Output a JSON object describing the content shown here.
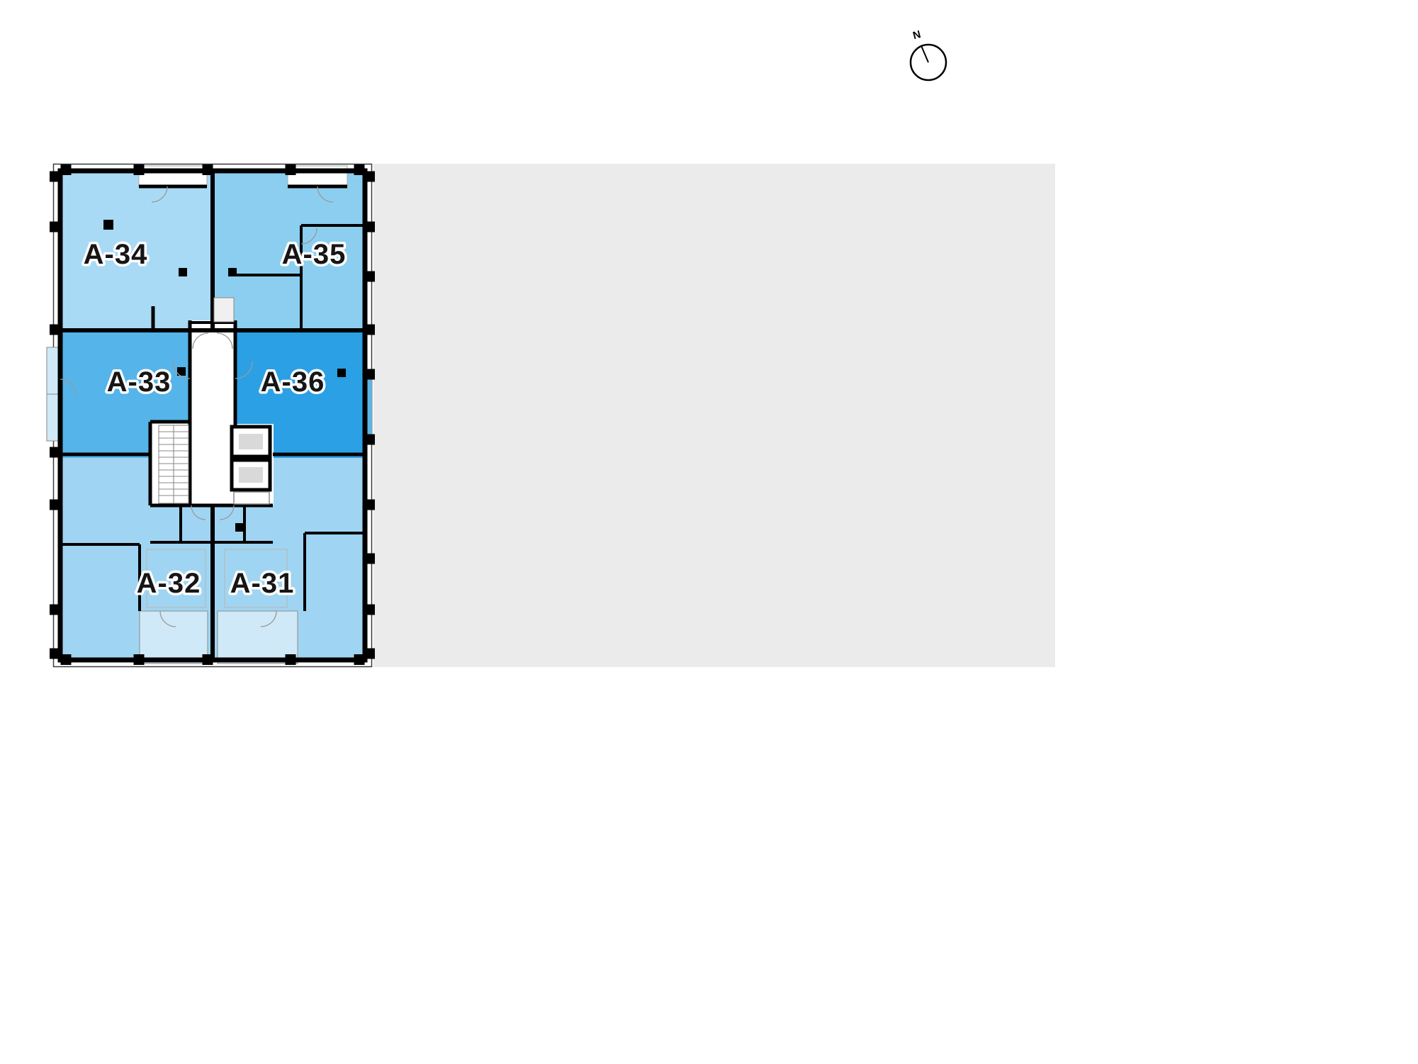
{
  "compass": {
    "north_label": "N"
  },
  "side_panel": {
    "background": "#ebebeb"
  },
  "floor_plan": {
    "wall_color": "#000000",
    "balcony_color": "#cfe9f8",
    "right_balcony_color": "#5ab5e8",
    "units": {
      "a31": {
        "label": "A-31",
        "color": "#9fd5f2"
      },
      "a32": {
        "label": "A-32",
        "color": "#9fd5f2"
      },
      "a33": {
        "label": "A-33",
        "color": "#55b4e9"
      },
      "a34": {
        "label": "A-34",
        "color": "#a9daf5"
      },
      "a35": {
        "label": "A-35",
        "color": "#8cceef"
      },
      "a36": {
        "label": "A-36",
        "color": "#2ba0e4"
      }
    }
  }
}
